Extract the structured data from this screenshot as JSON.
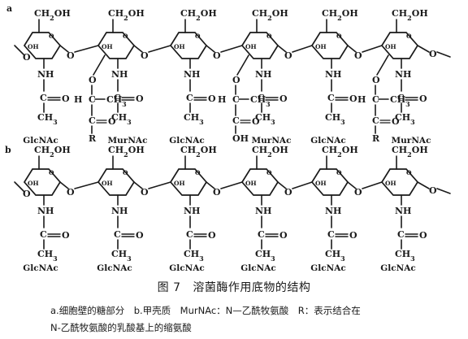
{
  "figure": {
    "panel_a": {
      "label": "a",
      "units": [
        "GlcNAc",
        "MurNAc",
        "GlcNAc",
        "MurNAc",
        "GlcNAc",
        "MurNAc"
      ]
    },
    "panel_b": {
      "label": "b",
      "units": [
        "GlcNAc",
        "GlcNAc",
        "GlcNAc",
        "GlcNAc",
        "GlcNAc",
        "GlcNAc"
      ]
    },
    "atoms": {
      "ch2oh": "CH",
      "ch2oh_sub": "2",
      "ch2oh_tail": "OH",
      "oh": "OH",
      "o": "O",
      "nh": "NH",
      "c": "C",
      "ch3": "CH",
      "ch3_sub": "3",
      "h": "H",
      "r": "R"
    }
  },
  "caption": {
    "number": "图 7",
    "title": "溶菌酶作用底物的结构"
  },
  "legend": {
    "line1": "a.细胞壁的糖部分　b.甲壳质　MurNAc：N—乙酰牧氨酸　R：表示结合在",
    "line2": "N-乙酰牧氨酸的乳酸基上的缩氨酸"
  }
}
